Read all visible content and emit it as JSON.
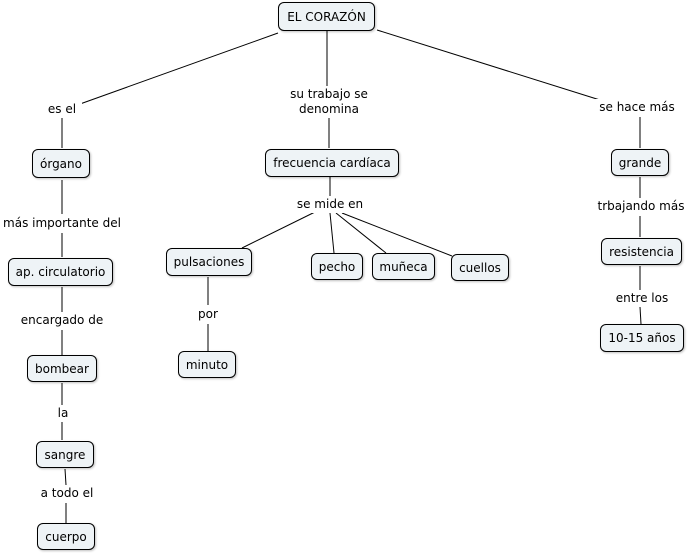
{
  "nodes": {
    "root": "EL CORAZÓN",
    "organo": "órgano",
    "circulatorio": "ap. circulatorio",
    "bombear": "bombear",
    "sangre": "sangre",
    "cuerpo": "cuerpo",
    "frecuencia": "frecuencia cardíaca",
    "pulsaciones": "pulsaciones",
    "minuto": "minuto",
    "pecho": "pecho",
    "muneca": "muñeca",
    "cuellos": "cuellos",
    "grande": "grande",
    "resistencia": "resistencia",
    "anos": "10-15 años"
  },
  "links": {
    "es_el": "es el",
    "trabajo_1": "su trabajo se",
    "trabajo_2": "denomina",
    "hace_mas": "se hace más",
    "mas_importante": "más importante del",
    "encargado": "encargado de",
    "la": "la",
    "a_todo": "a todo el",
    "se_mide": "se mide en",
    "por": "por",
    "trbajando": "trbajando más",
    "entre": "entre los"
  }
}
